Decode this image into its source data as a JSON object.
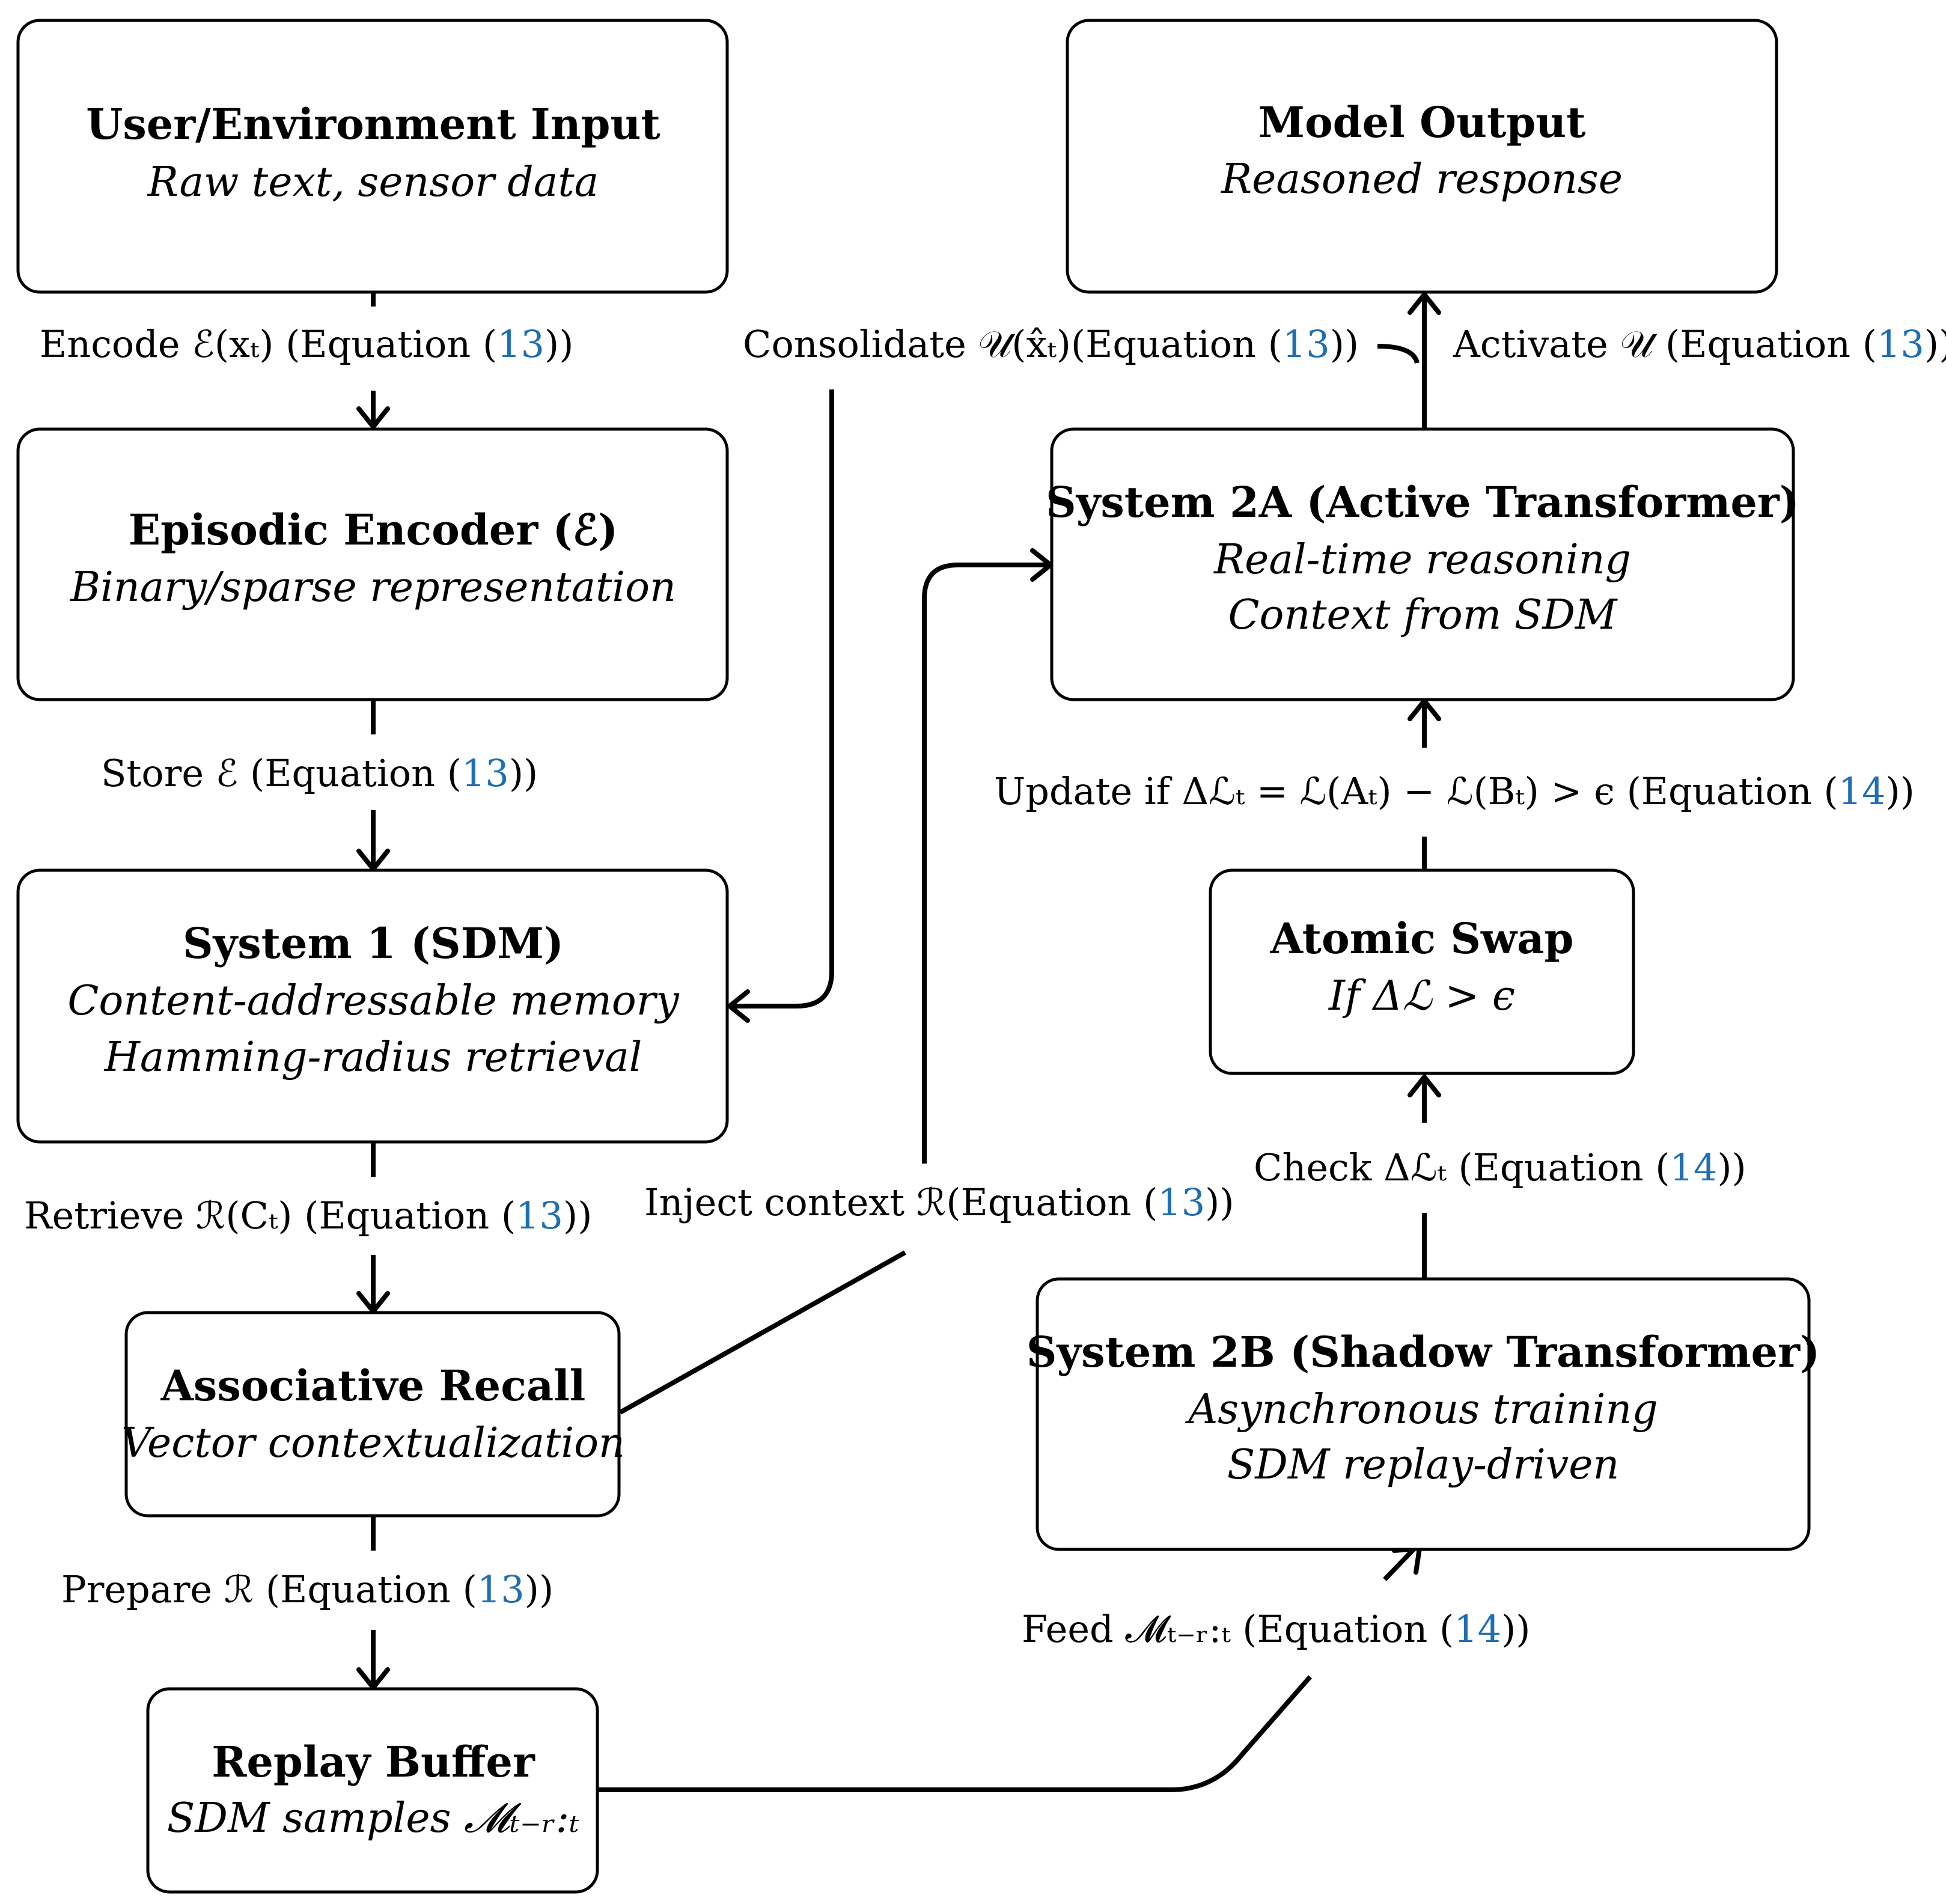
{
  "nodes": {
    "input": {
      "title": "User/Environment Input",
      "lines": [
        "Raw text, sensor data"
      ]
    },
    "encoder": {
      "title": "Episodic Encoder (ℰ)",
      "lines": [
        "Binary/sparse representation"
      ]
    },
    "sdm": {
      "title": "System 1 (SDM)",
      "lines": [
        "Content-addressable memory",
        "Hamming-radius retrieval"
      ]
    },
    "recall": {
      "title": "Associative Recall",
      "lines": [
        "Vector contextualization"
      ]
    },
    "replay": {
      "title": "Replay Buffer",
      "lines": [
        "SDM samples 𝓜ₜ₋ᵣ:ₜ"
      ]
    },
    "output": {
      "title": "Model Output",
      "lines": [
        "Reasoned response"
      ]
    },
    "active": {
      "title": "System 2A (Active Transformer)",
      "lines": [
        "Real-time reasoning",
        "Context from SDM"
      ]
    },
    "swap": {
      "title": "Atomic Swap",
      "lines": [
        "If Δℒ > ϵ"
      ]
    },
    "shadow": {
      "title": "System 2B (Shadow Transformer)",
      "lines": [
        "Asynchronous training",
        "SDM replay-driven"
      ]
    }
  },
  "edges": {
    "encode": {
      "pre": "Encode ℰ(xₜ) (Equation (",
      "ref": "13",
      "post": "))"
    },
    "store": {
      "pre": "Store ℰ (Equation (",
      "ref": "13",
      "post": "))"
    },
    "retrieve": {
      "pre": "Retrieve ℛ(Cₜ) (Equation (",
      "ref": "13",
      "post": "))"
    },
    "prepare": {
      "pre": "Prepare ℛ (Equation (",
      "ref": "13",
      "post": "))"
    },
    "consolidate": {
      "pre": "Consolidate 𝒰(x̂ₜ)(Equation (",
      "ref": "13",
      "post": "))"
    },
    "activate": {
      "pre": "Activate 𝒰 (Equation (",
      "ref": "13",
      "post": "))"
    },
    "update": {
      "pre": "Update if Δℒₜ = ℒ(Aₜ) − ℒ(Bₜ) > ϵ (Equation (",
      "ref": "14",
      "post": "))"
    },
    "check": {
      "pre": "Check Δℒₜ (Equation (",
      "ref": "14",
      "post": "))"
    },
    "inject": {
      "pre": "Inject context ℛ(Equation (",
      "ref": "13",
      "post": "))"
    },
    "feed": {
      "pre": "Feed 𝓜ₜ₋ᵣ:ₜ (Equation (",
      "ref": "14",
      "post": "))"
    }
  }
}
